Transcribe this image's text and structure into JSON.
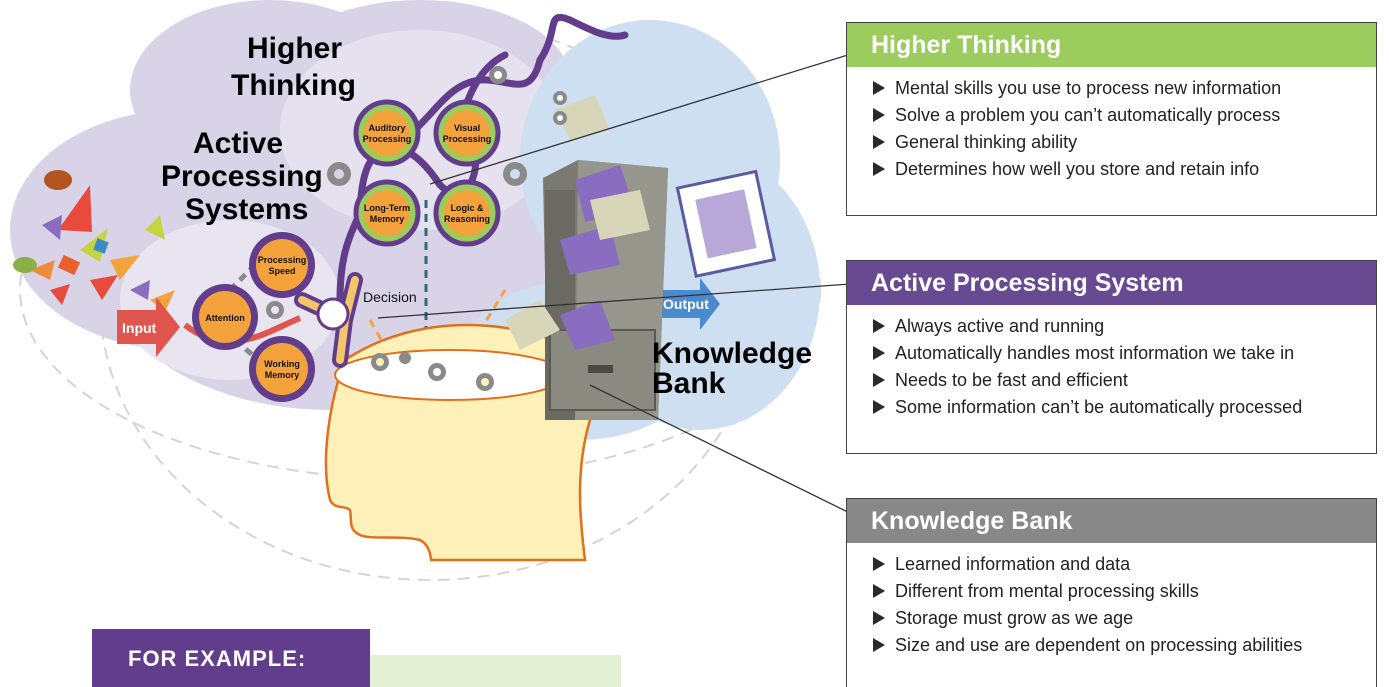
{
  "diagram": {
    "labels": {
      "higher_thinking": [
        "Higher",
        "Thinking"
      ],
      "active_processing": [
        "Active",
        "Processing",
        "Systems"
      ],
      "knowledge_bank": [
        "Knowledge",
        "Bank"
      ],
      "input": "Input",
      "output": "Output",
      "decision": "Decision"
    },
    "nodes": {
      "auditory": [
        "Auditory",
        "Processing"
      ],
      "visual": [
        "Visual",
        "Processing"
      ],
      "long_term": [
        "Long-Term",
        "Memory"
      ],
      "logic": [
        "Logic &",
        "Reasoning"
      ],
      "processing_speed": [
        "Processing",
        "Speed"
      ],
      "attention": [
        "Attention"
      ],
      "working_memory": [
        "Working",
        "Memory"
      ]
    },
    "colors": {
      "purple": "#623d8c",
      "green": "#9ccb5e",
      "gray": "#888889",
      "cloud_purple": "#d9d3e8",
      "cloud_blue": "#cddff0"
    }
  },
  "panels": {
    "higher_thinking": {
      "title": "Higher Thinking",
      "items": [
        "Mental skills you use to process new information",
        "Solve a problem you can’t automatically process",
        "General thinking ability",
        "Determines how well you store and retain info"
      ]
    },
    "active_processing": {
      "title": "Active Processing System",
      "items": [
        "Always active and running",
        "Automatically handles most information we take in",
        "Needs to be fast and efficient",
        "Some information can’t be automatically processed"
      ]
    },
    "knowledge_bank": {
      "title": "Knowledge Bank",
      "items": [
        "Learned information and data",
        "Different from mental processing skills",
        "Storage must grow as we age",
        "Size and use are dependent on processing abilities"
      ]
    }
  },
  "example": {
    "label": "FOR EXAMPLE:"
  }
}
